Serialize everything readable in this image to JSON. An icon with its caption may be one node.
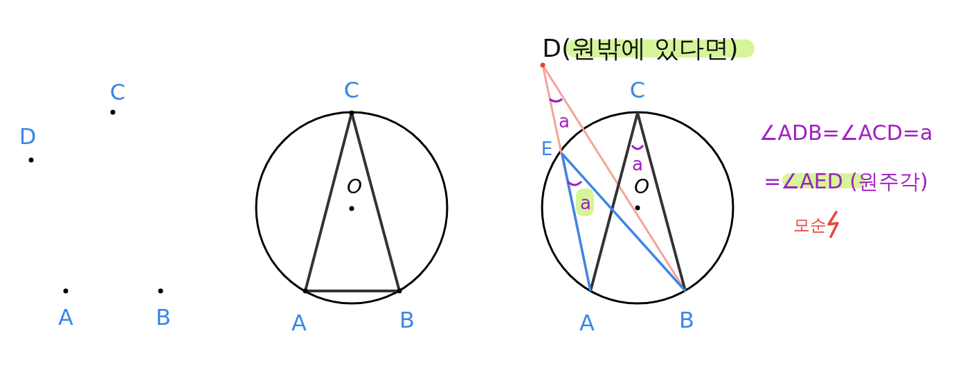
{
  "diagram": {
    "labels": [
      "C",
      "D",
      "A",
      "B",
      "C",
      "O",
      "A",
      "B",
      "D(원밖에 있다면)",
      "C",
      "a",
      "E",
      "a",
      "O",
      "a",
      "A",
      "B",
      "∠ADB=∠ACD=a",
      "=∠AED (원주각)",
      "모순"
    ]
  }
}
